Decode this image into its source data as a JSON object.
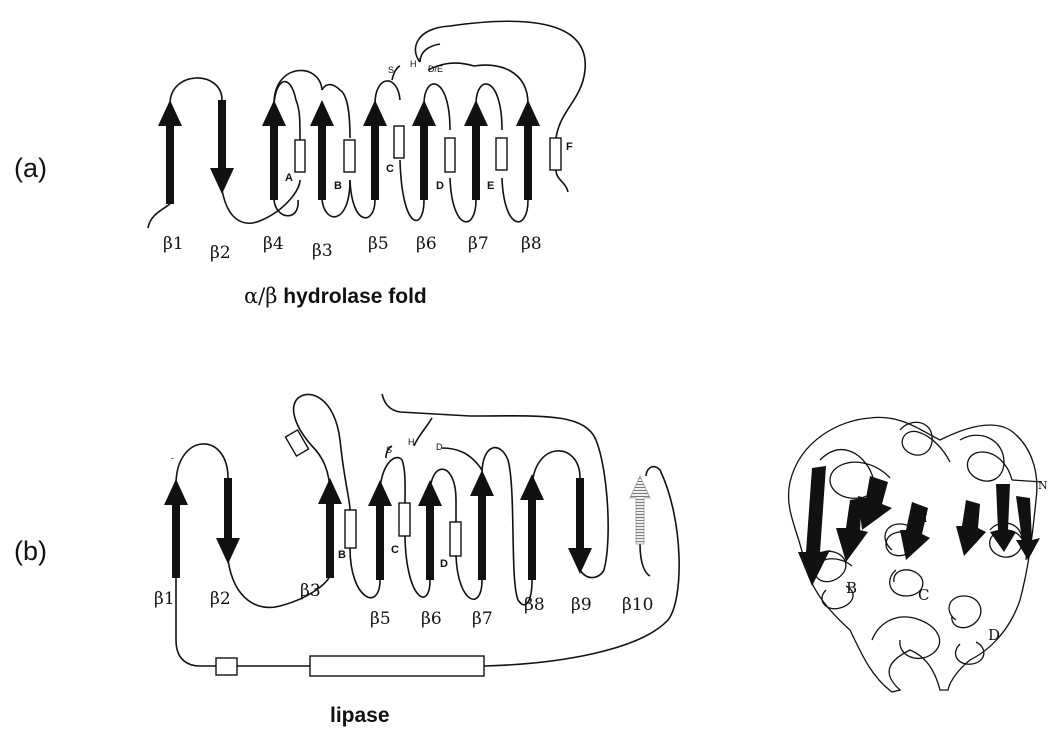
{
  "panel_a": {
    "label": "(a)",
    "caption_greek": "α/β",
    "caption_text": " hydrolase fold",
    "strands": [
      "β1",
      "β2",
      "β4",
      "β3",
      "β5",
      "β6",
      "β7",
      "β8"
    ],
    "helices": [
      "A",
      "B",
      "C",
      "D",
      "E",
      "F"
    ],
    "site_labels": {
      "s": "S",
      "h": "H",
      "de": "D/E"
    }
  },
  "panel_b": {
    "label": "(b)",
    "caption": "lipase",
    "strands": [
      "β1",
      "β2",
      "β3",
      "β5",
      "β6",
      "β7",
      "β8",
      "β9",
      "β10"
    ],
    "helices": [
      "B",
      "C",
      "D"
    ],
    "site_labels": {
      "s": "S",
      "h": "H",
      "d": "D",
      "tick": "-"
    }
  },
  "structure": {
    "labels": [
      "B",
      "C",
      "D",
      "N",
      "H"
    ]
  },
  "colors": {
    "strand": "#111111",
    "line": "#111111",
    "background": "#ffffff",
    "b10": "#888888"
  }
}
